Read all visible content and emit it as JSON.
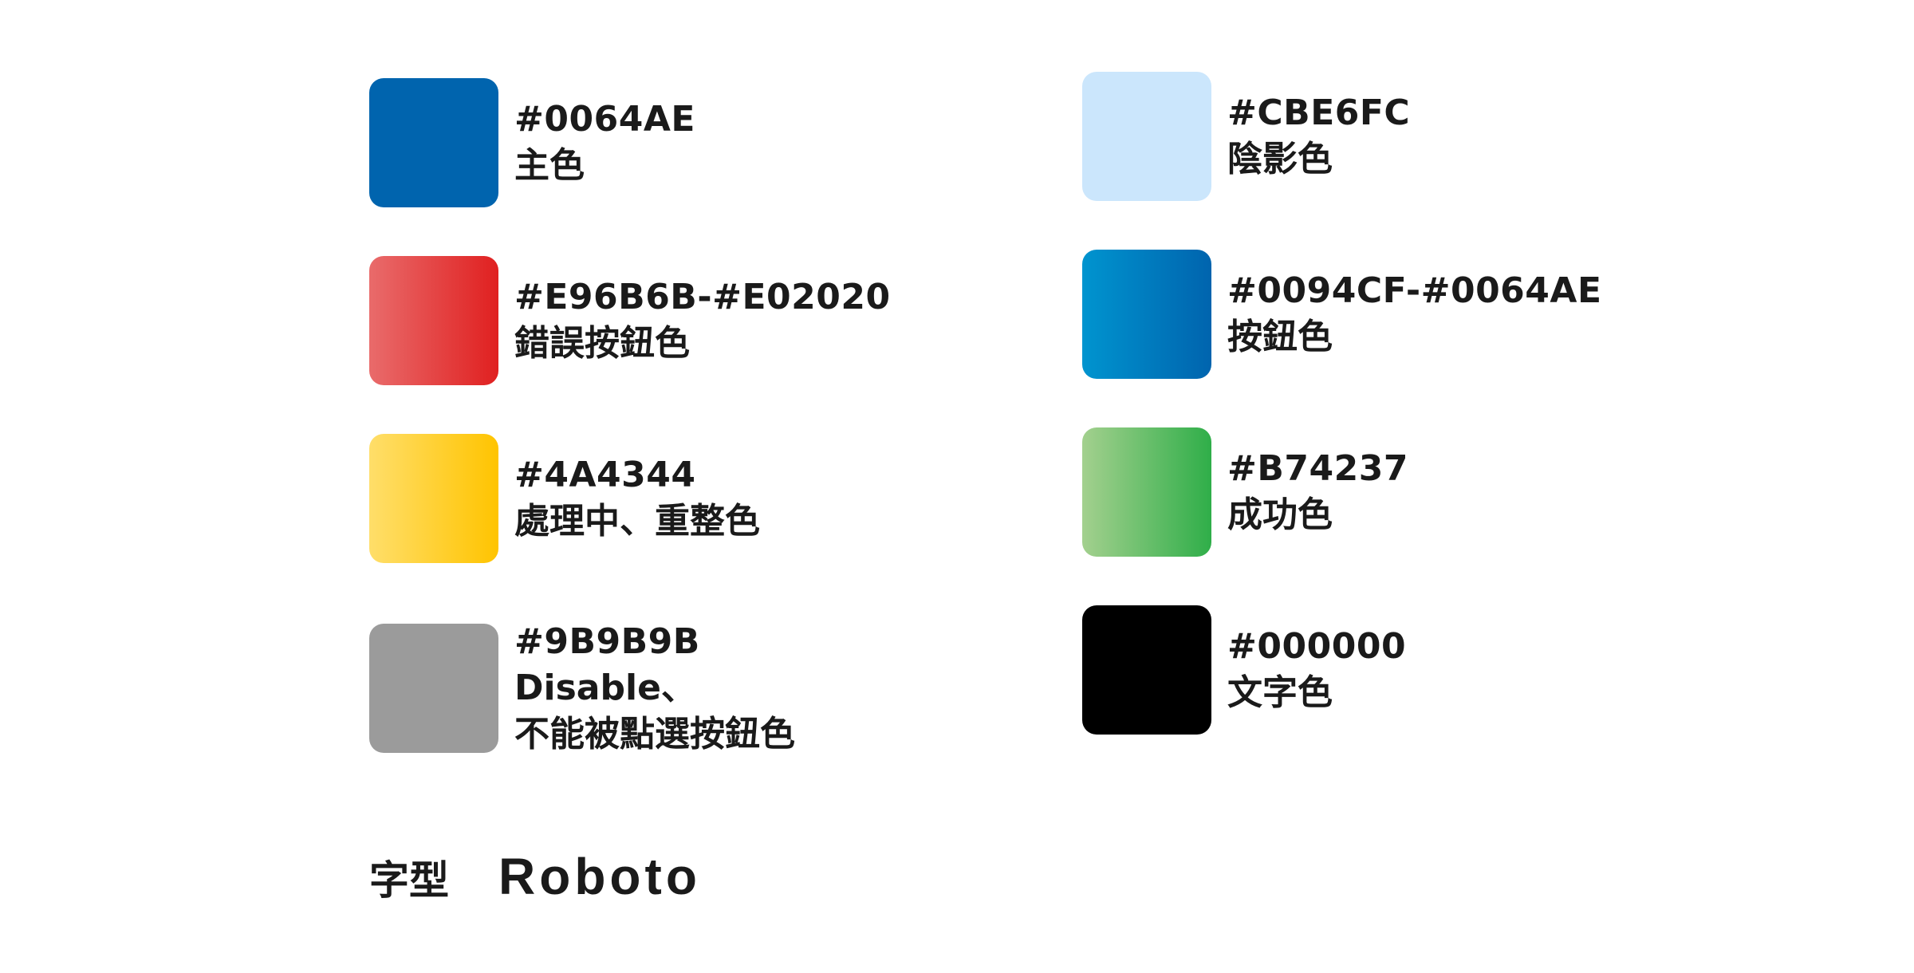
{
  "colors": {
    "left": [
      {
        "hex": "#0064AE",
        "name": "主色",
        "swatch_colors": [
          "#0064AE",
          "#0064AE"
        ]
      },
      {
        "hex": "#E96B6B-#E02020",
        "name": "錯誤按鈕色",
        "swatch_colors": [
          "#E96B6B",
          "#E02020"
        ]
      },
      {
        "hex": "#4A4344",
        "name": "處理中、重整色",
        "swatch_colors": [
          "#FFDE6A",
          "#FFC400"
        ]
      },
      {
        "hex": "#9B9B9B",
        "name": "Disable、",
        "name2": "不能被點選按鈕色",
        "swatch_colors": [
          "#9B9B9B",
          "#9B9B9B"
        ]
      }
    ],
    "right": [
      {
        "hex": "#CBE6FC",
        "name": "陰影色",
        "swatch_colors": [
          "#CBE6FC",
          "#CBE6FC"
        ]
      },
      {
        "hex": "#0094CF-#0064AE",
        "name": "按鈕色",
        "swatch_colors": [
          "#0094CF",
          "#0064AE"
        ]
      },
      {
        "hex": "#B74237",
        "name": "成功色",
        "swatch_colors": [
          "#A3D08E",
          "#2FAE49"
        ]
      },
      {
        "hex": "#000000",
        "name": "文字色",
        "swatch_colors": [
          "#000000",
          "#000000"
        ]
      }
    ]
  },
  "font": {
    "label": "字型",
    "value": "Roboto"
  }
}
